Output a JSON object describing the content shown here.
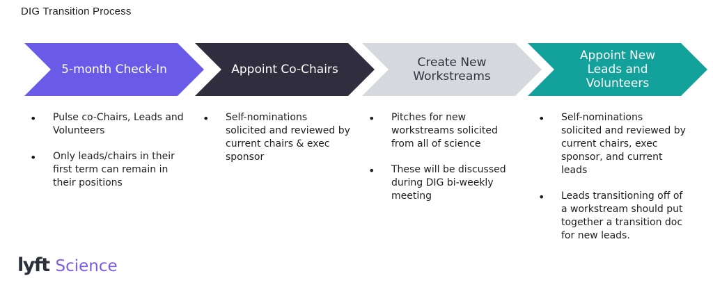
{
  "title": "DIG Transition Process",
  "steps": [
    {
      "label": "5-month Check-In",
      "color": "#6A5AE8",
      "text_color": "#FFFFFF",
      "bullets": [
        "Pulse co-Chairs, Leads and\nVolunteers",
        "Only leads/chairs in their\nfirst term can remain in\ntheir positions"
      ]
    },
    {
      "label": "Appoint Co-Chairs",
      "color": "#302E3E",
      "text_color": "#FFFFFF",
      "bullets": [
        "Self-nominations\nsolicited and reviewed by\ncurrent chairs & exec\nsponsor"
      ]
    },
    {
      "label": "Create New\nWorkstreams",
      "color": "#D5D9DE",
      "text_color": "#33313F",
      "bullets": [
        "Pitches for new\nworkstreams solicited\nfrom all of science",
        "These will be discussed\nduring DIG bi-weekly\nmeeting"
      ]
    },
    {
      "label": "Appoint New\nLeads and\nVolunteers",
      "color": "#13A29B",
      "text_color": "#FFFFFF",
      "bullets": [
        "Self-nominations\nsolicited and reviewed by\ncurrent chairs, exec\nsponsor, and current\nleads",
        "Leads transitioning off of\na workstream should put\ntogether a transition doc\nfor new leads."
      ]
    }
  ],
  "footer": {
    "logo_text": "lyft",
    "suffix": "Science",
    "logo_color": "#2B2F3A",
    "suffix_color": "#7C5CE8"
  }
}
